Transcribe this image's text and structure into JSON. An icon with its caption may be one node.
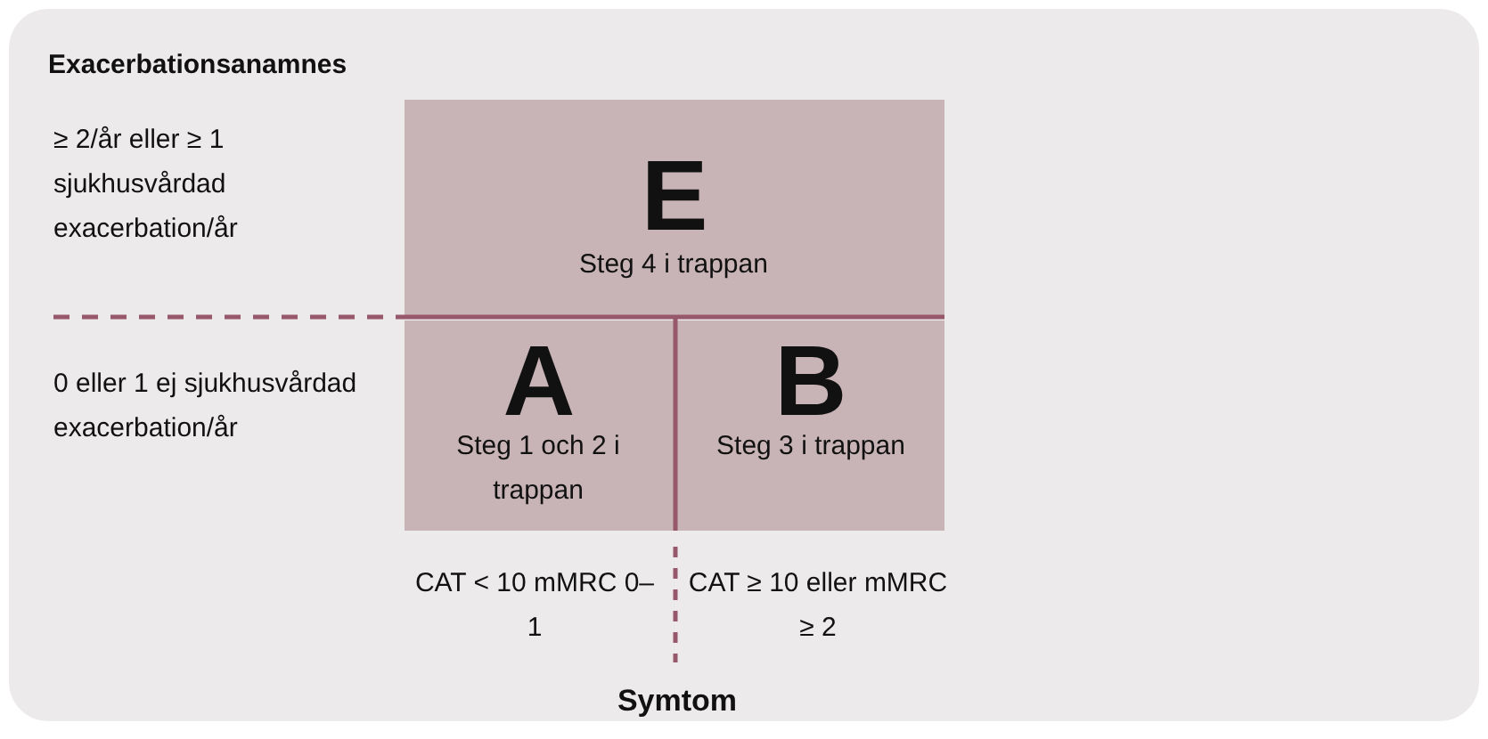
{
  "diagram": {
    "nodes": [
      {
        "text": [
          "E",
          "Steg 4 i trappan"
        ]
      },
      {
        "text": [
          "A",
          "Steg 1 och 2 i trappan"
        ]
      },
      {
        "text": [
          "B",
          "Steg 3 i trappan"
        ]
      }
    ],
    "labels": [
      "Exacerbationsanamnes",
      "≥ 2/år eller ≥ 1 sjukhusvårdad exacerbation/år",
      "0 eller 1 ej sjukhusvårdad exacerbation/år",
      "CAT < 10 mMRC 0–1",
      "CAT ≥ 10 eller mMRC ≥ 2",
      "Symtom"
    ]
  }
}
